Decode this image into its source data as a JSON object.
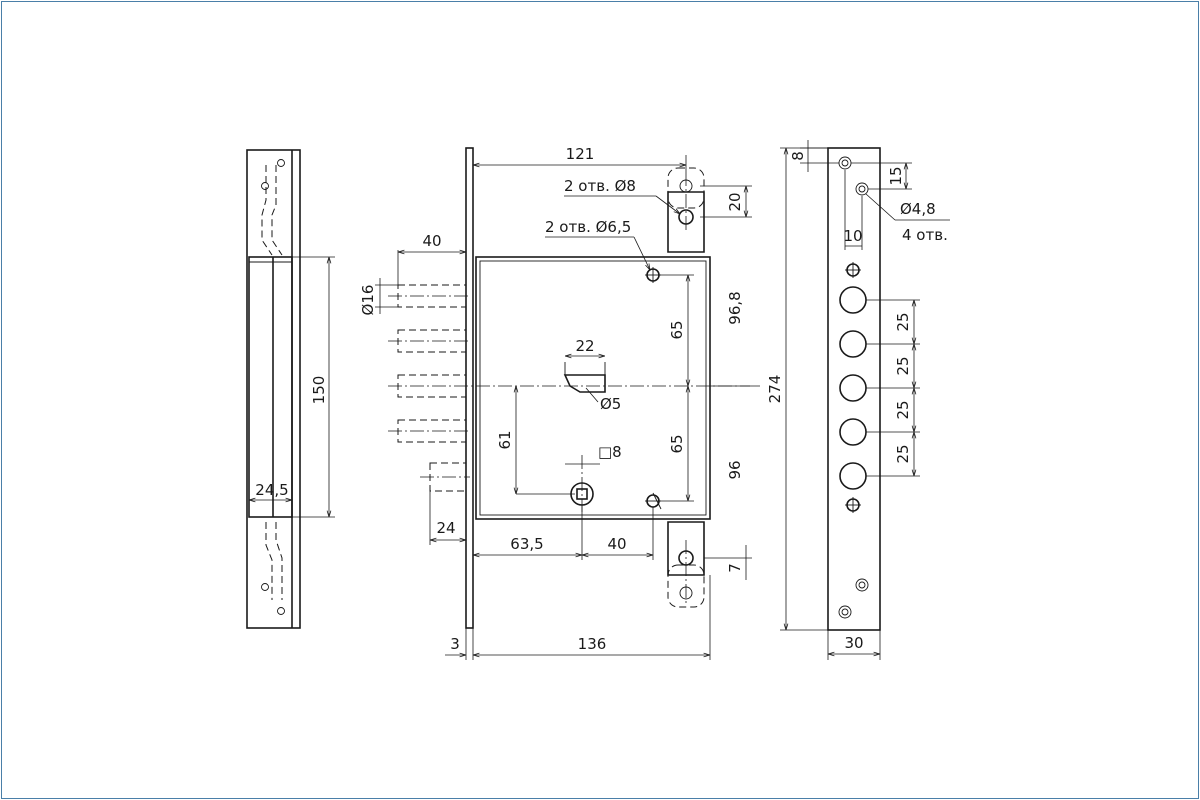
{
  "labels": {
    "d121": "121",
    "holes8": "2 отв. Ø8",
    "holes65": "2 отв. Ø6,5",
    "d40top": "40",
    "d20": "20",
    "d16": "Ø16",
    "d22": "22",
    "d65a": "65",
    "d65b": "65",
    "d968": "96,8",
    "d5": "Ø5",
    "d61": "61",
    "sq8": "□8",
    "d96": "96",
    "d24": "24",
    "d635": "63,5",
    "d40bot": "40",
    "d7": "7",
    "d3": "3",
    "d136": "136",
    "d150": "150",
    "d245": "24,5",
    "d8": "8",
    "d15": "15",
    "d48": "Ø4,8",
    "holes4": "4 отв.",
    "d10": "10",
    "d274": "274",
    "d25a": "25",
    "d25b": "25",
    "d25c": "25",
    "d25d": "25",
    "d30": "30"
  },
  "colors": {
    "line": "#1a1a1a",
    "frame": "#4a7fa8",
    "background": "#ffffff"
  }
}
